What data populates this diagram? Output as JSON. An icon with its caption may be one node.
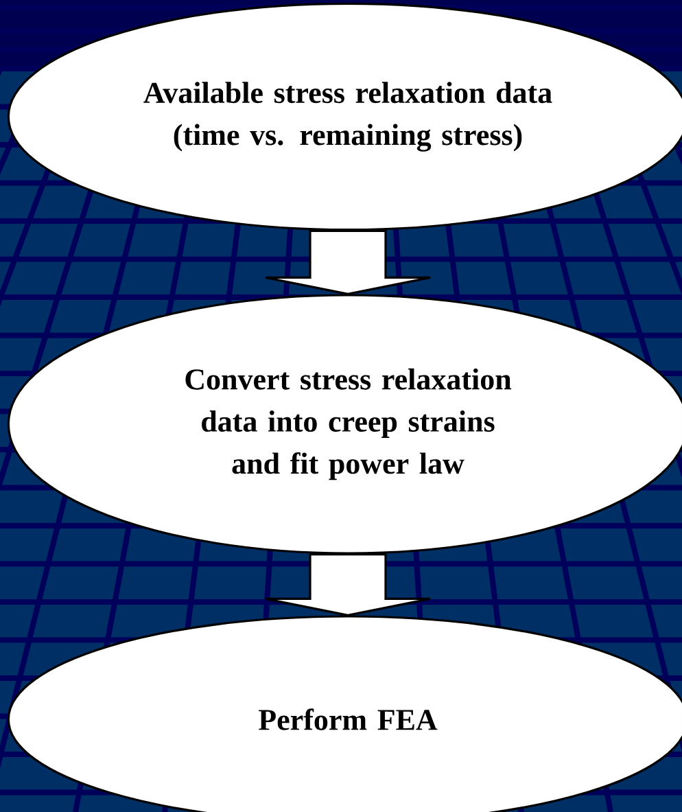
{
  "diagram": {
    "nodes": [
      {
        "text": [
          "Available stress relaxation data (time vs. remaining stress)"
        ]
      },
      {
        "text": [
          "Convert stress relaxation data into creep strains and fit power law"
        ]
      },
      {
        "text": [
          "Perform FEA"
        ]
      }
    ],
    "edges": [
      {
        "from": 0,
        "to": 1,
        "arrow": "to"
      },
      {
        "from": 1,
        "to": 2,
        "arrow": "to"
      }
    ]
  }
}
